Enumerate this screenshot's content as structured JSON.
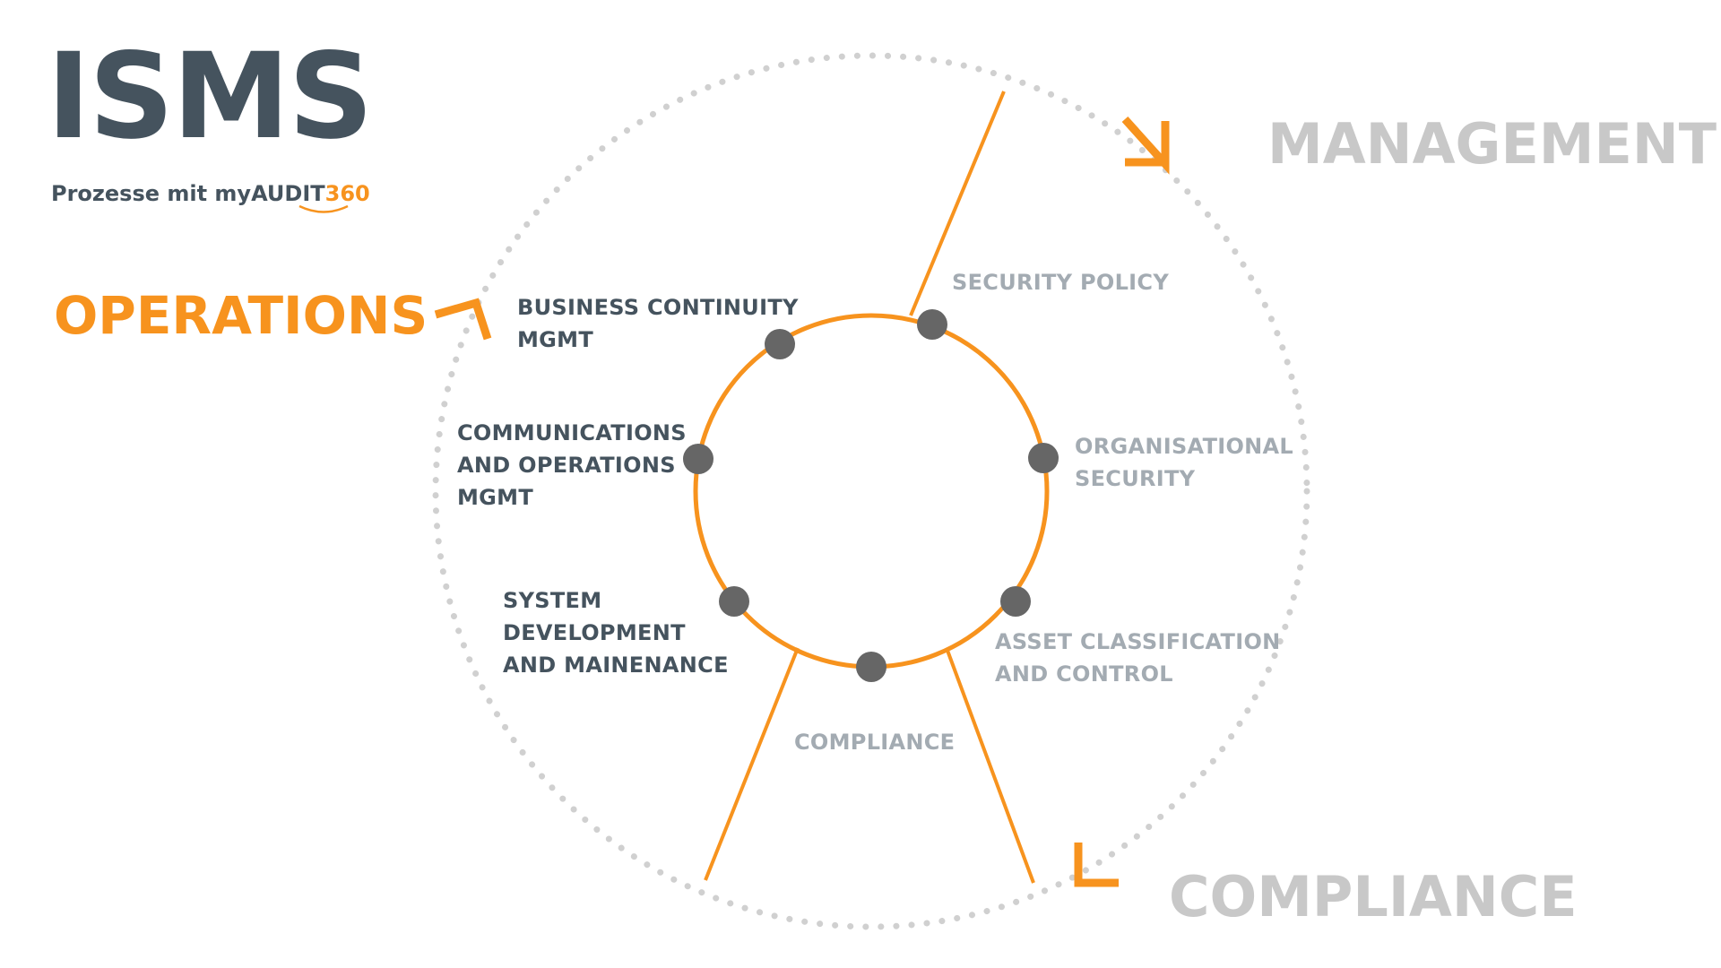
{
  "logo": {
    "title": "ISMS",
    "subtitle_prefix": "Prozesse mit my",
    "subtitle_brand": "AUDIT",
    "subtitle_number": "360"
  },
  "sections": {
    "operations": "OPERATIONS",
    "management": "MANAGEMENT",
    "compliance": "COMPLIANCE"
  },
  "items": {
    "business_continuity": "BUSINESS CONTINUITY\nMGMT",
    "communications_operations": "COMMUNICATIONS\nAND OPERATIONS\nMGMT",
    "system_development": "SYSTEM\nDEVELOPMENT\nAND MAINENANCE",
    "compliance": "COMPLIANCE",
    "security_policy": "SECURITY POLICY",
    "organisational_security": "ORGANISATIONAL\nSECURITY",
    "asset_classification": "ASSET CLASSIFICATION\nAND CONTROL"
  },
  "colors": {
    "orange": "#F7931E",
    "dark": "#45535E",
    "midgray": "#A3ABB2",
    "lightgray": "#C8C8C8",
    "dot": "#666666",
    "ring_dots": "#D0D0D0"
  }
}
